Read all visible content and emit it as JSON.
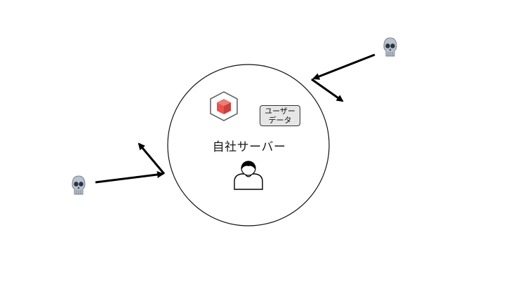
{
  "server": {
    "label": "自社サーバー"
  },
  "user_data": {
    "line1": "ユーザー",
    "line2": "データ"
  },
  "icons": {
    "attacker": "skull-icon",
    "app": "cube-icon",
    "admin": "person-icon"
  },
  "colors": {
    "cube": "#e8544f",
    "cube_outline": "#666666",
    "arrow": "#000000",
    "skull": "#b9c1cc",
    "data_box_fill": "#e6e6e6"
  }
}
